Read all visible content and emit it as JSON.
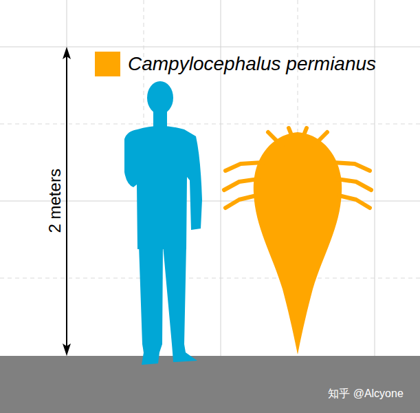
{
  "diagram": {
    "labels": [
      "2 meters",
      "知乎 @Alcyone"
    ],
    "legend": [
      {
        "text": "Campylocephalus permianus",
        "color": "#ffa600"
      }
    ]
  }
}
